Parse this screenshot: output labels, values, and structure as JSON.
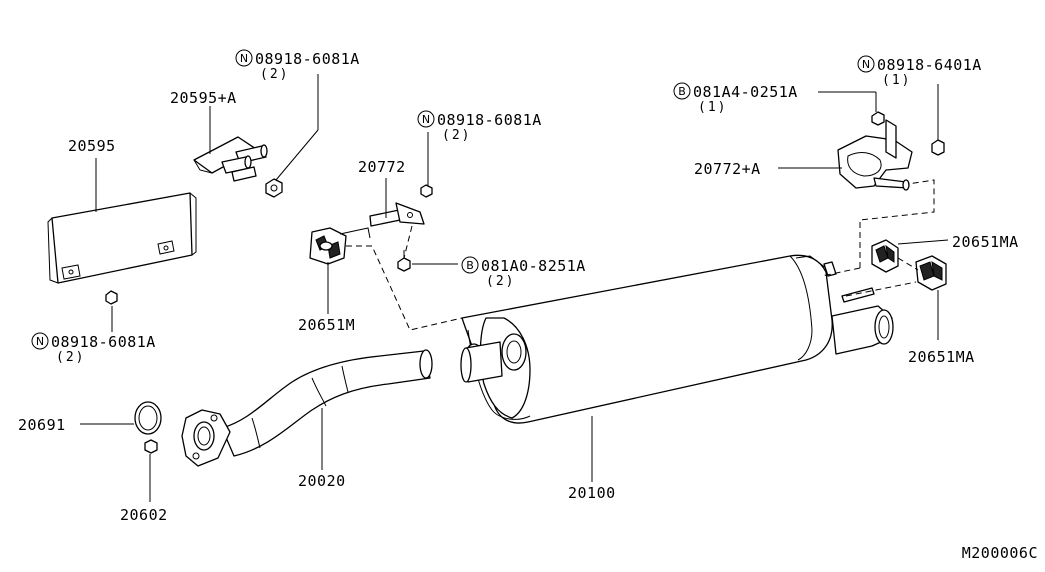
{
  "diagram_code": "M200006C",
  "callouts": {
    "p20595": "20595",
    "p20595a": "20595+A",
    "p20772": "20772",
    "p20772a": "20772+A",
    "p20651m": "20651M",
    "p20651ma_top": "20651MA",
    "p20651ma_bottom": "20651MA",
    "p20691": "20691",
    "p20602": "20602",
    "p20020": "20020",
    "p20100": "20100"
  },
  "fasteners": {
    "nut_heatshield_top": {
      "marker": "N",
      "part": "08918-6081A",
      "qty": "(2)"
    },
    "nut_heatshield_bottom": {
      "marker": "N",
      "part": "08918-6081A",
      "qty": "(2)"
    },
    "nut_bracket": {
      "marker": "N",
      "part": "08918-6081A",
      "qty": "(2)"
    },
    "bolt_bracket": {
      "marker": "B",
      "part": "081A0-8251A",
      "qty": "(2)"
    },
    "bolt_rear": {
      "marker": "B",
      "part": "081A4-0251A",
      "qty": "(1)"
    },
    "nut_rear": {
      "marker": "N",
      "part": "08918-6401A",
      "qty": "(1)"
    }
  }
}
